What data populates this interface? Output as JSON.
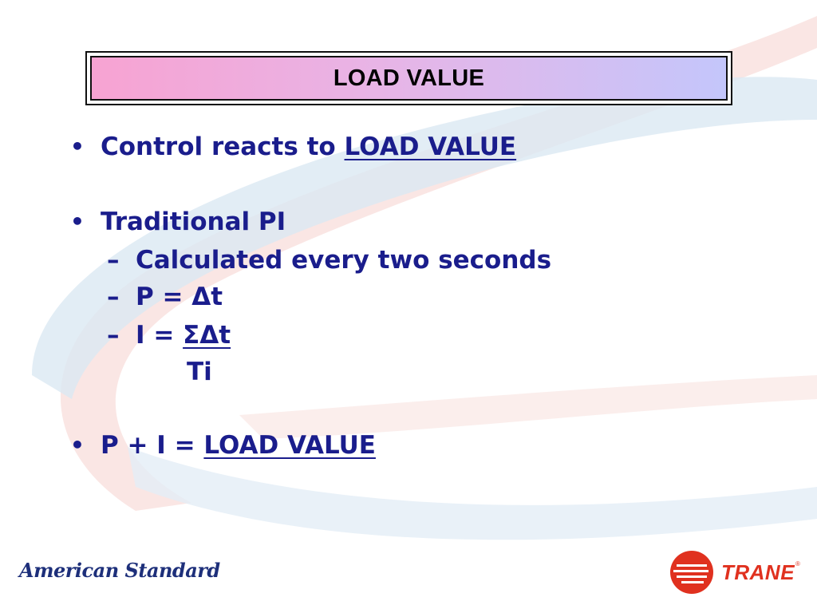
{
  "slide": {
    "title": "LOAD VALUE",
    "bullets": [
      {
        "prefix": "Control reacts to ",
        "emphasis": "LOAD VALUE"
      },
      {
        "text": "Traditional PI"
      },
      {
        "prefix": "P + I = ",
        "emphasis": "LOAD VALUE"
      }
    ],
    "sub_items": [
      {
        "text": "Calculated every two seconds"
      },
      {
        "text": "P = Δt"
      },
      {
        "prefix": "I = ",
        "numerator": "ΣΔt",
        "denominator": "Ti"
      }
    ],
    "bullet_glyph": "•",
    "dash_glyph": "–"
  },
  "footer": {
    "left_logo": "American Standard",
    "right_logo": "TRANE",
    "right_logo_mark": "®"
  },
  "colors": {
    "body_text": "#1a1d8c",
    "title_gradient_start": "#f7a3d2",
    "title_gradient_end": "#c4c6fb",
    "trane_red": "#e0311f",
    "swoosh_blue": "#dbe8f3",
    "swoosh_pink": "#f8dcd8"
  }
}
